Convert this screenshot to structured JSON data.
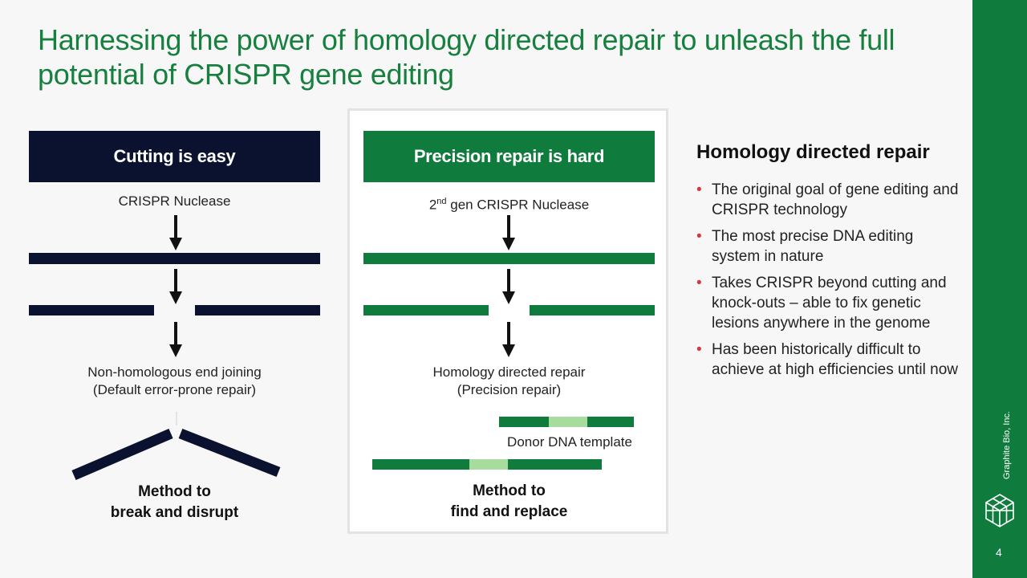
{
  "title": "Harnessing the power of homology directed repair to unleash the full potential of CRISPR gene editing",
  "left_panel": {
    "header": "Cutting is easy",
    "enzyme": "CRISPR Nuclease",
    "outcome_line1": "Non-homologous end joining",
    "outcome_line2": "(Default error-prone repair)",
    "method_line1": "Method to",
    "method_line2": "break and disrupt"
  },
  "center_panel": {
    "header": "Precision repair is hard",
    "enzyme_prefix": "2",
    "enzyme_superscript": "nd",
    "enzyme_suffix": " gen CRISPR Nuclease",
    "outcome_line1": "Homology directed repair",
    "outcome_line2": "(Precision repair)",
    "donor_label": "Donor DNA template",
    "method_line1": "Method to",
    "method_line2": "find and replace"
  },
  "right_panel": {
    "heading": "Homology directed repair",
    "bullets": [
      "The original goal of gene editing and CRISPR technology",
      "The most precise DNA editing system in nature",
      "Takes CRISPR beyond cutting and knock-outs – able to fix genetic lesions anywhere in the genome",
      "Has been historically difficult to achieve at high efficiencies until now"
    ],
    "bullet_marker": "•"
  },
  "footer": {
    "company": "Graphite Bio, Inc.",
    "page_number": "4",
    "logo_icon": "hexagon-cube-icon"
  },
  "colors": {
    "brand_green": "#0f7c3d",
    "navy": "#0b1230",
    "light_green": "#a8dc9f",
    "bullet_red": "#d9363e"
  }
}
